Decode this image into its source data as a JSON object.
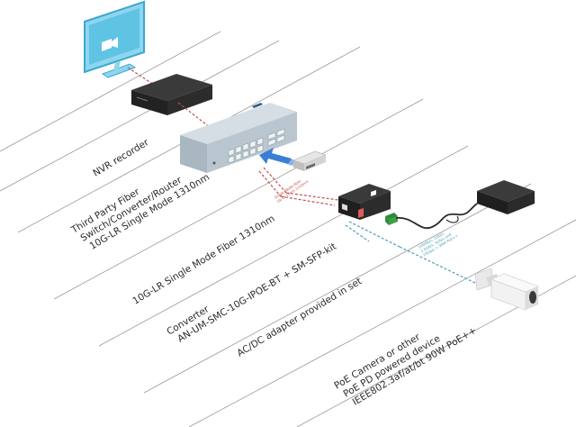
{
  "labels": {
    "nvr": "NVR recorder",
    "switch": [
      "Third Party Fiber",
      "Switch/Converter/Router",
      "10G-LR Single Mode 1310nm"
    ],
    "fiber": "10G-LR Single Mode Fiber 1310nm",
    "converter": [
      "Converter",
      "AN-UM-SMC-10G-IPOE-BT + SM-SFP-kit"
    ],
    "adapter": "AC/DC adapter provided in set",
    "camera": [
      "PoE Camera or other",
      "PoE PD powered device",
      "IEEE802.3af/at/bt 90W PoE++"
    ]
  },
  "cable_notes": {
    "fiber_note": [
      "Single Mode fiber",
      "Up to 10km 1310nm"
    ],
    "power_note": [
      "100Mb/s, 1Gb/s,",
      "2.5Gb/s, 5Gb/s and",
      "10Gb/s + 90W PoE++"
    ]
  },
  "colors": {
    "monitor": "#5fc3e4",
    "device_dark": "#2c2c2c",
    "switch_body": "#b9c6cf",
    "fiber_line": "#c0504d",
    "ethernet_line": "#4a9fb5",
    "arrow": "#3a7fd5",
    "guide_line": "#9a9a9a"
  },
  "icons": [
    "monitor-icon",
    "nvr-device-icon",
    "fiber-switch-icon",
    "sfp-module-icon",
    "media-converter-icon",
    "power-adapter-icon",
    "bullet-camera-icon"
  ]
}
